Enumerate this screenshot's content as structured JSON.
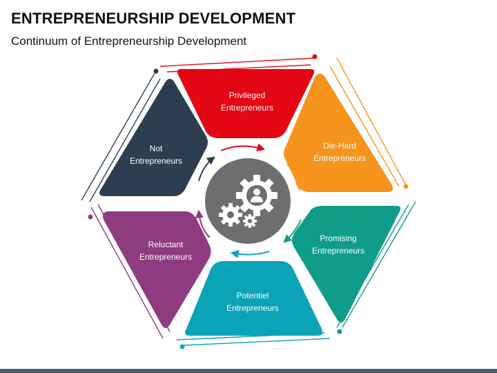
{
  "title": "ENTREPRENEURSHIP DEVELOPMENT",
  "subtitle": "Continuum of Entrepreneurship Development",
  "center": {
    "icon": "gears-person-icon",
    "color": "#6d6e70"
  },
  "segments": [
    {
      "id": "privileged",
      "line1": "Privileged",
      "line2": "Entrepreneurs",
      "color": "#e30613"
    },
    {
      "id": "die-hard",
      "line1": "Die-Hard",
      "line2": "Entrepreneurs",
      "color": "#f7941d"
    },
    {
      "id": "promising",
      "line1": "Promising",
      "line2": "Entrepreneurs",
      "color": "#0f9d8a"
    },
    {
      "id": "potentiel",
      "line1": "Potentiel",
      "line2": "Entrepreneurs",
      "color": "#0ba3b8"
    },
    {
      "id": "reluctant",
      "line1": "Reluctant",
      "line2": "Entrepreneurs",
      "color": "#8e3b80"
    },
    {
      "id": "not",
      "line1": "Not",
      "line2": "Entrepreneurs",
      "color": "#2c3e50"
    }
  ]
}
